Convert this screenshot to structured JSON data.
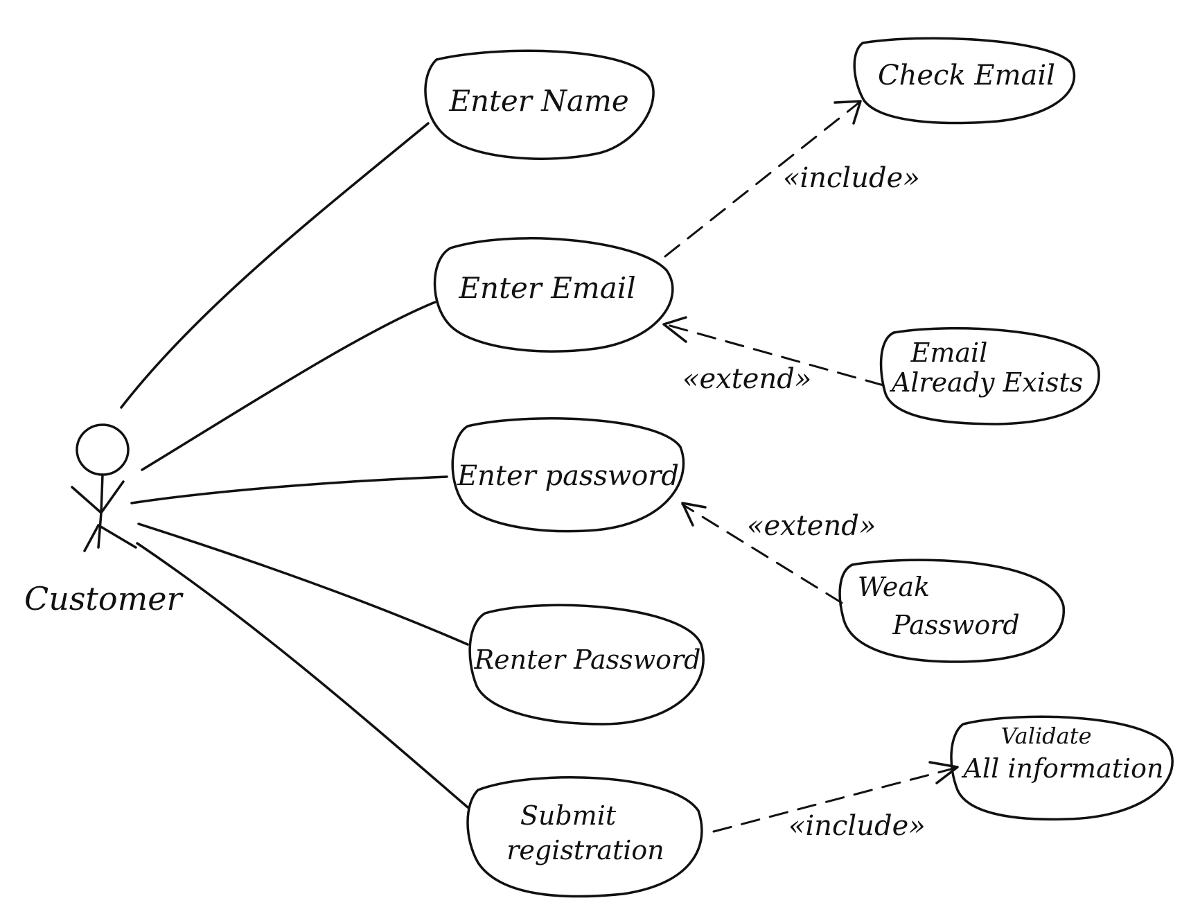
{
  "actor": {
    "name": "Customer",
    "icon": "stick-figure-icon"
  },
  "use_cases": {
    "enter_name": "Enter Name",
    "enter_email": "Enter Email",
    "enter_password": "Enter password",
    "reenter_password": "Renter Password",
    "submit_registration": [
      "Submit",
      "registration"
    ],
    "check_email": "Check Email",
    "email_already_exists": [
      "Email",
      "Already Exists"
    ],
    "weak_password": [
      "Weak",
      "Password"
    ],
    "validate_all_information": [
      "Validate",
      "All information"
    ]
  },
  "relationships": {
    "include_check_email": "«include»",
    "extend_email_exists": "«extend»",
    "extend_weak_password": "«extend»",
    "include_validate": "«include»"
  }
}
